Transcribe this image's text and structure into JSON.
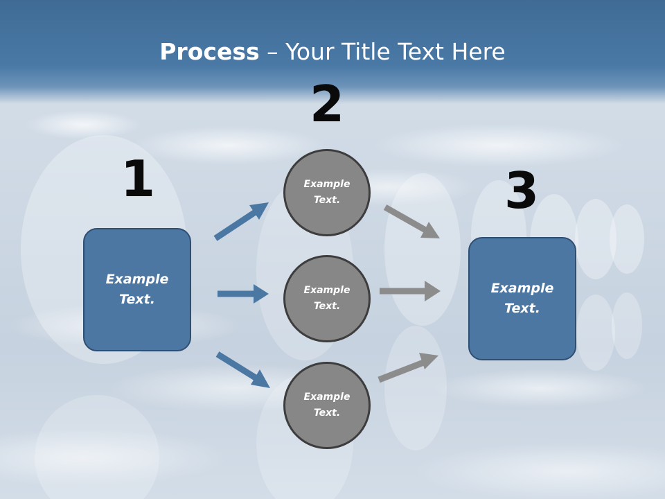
{
  "slide": {
    "title_bold": "Process",
    "title_rest": " – Your Title Text Here",
    "step_numbers": [
      "1",
      "2",
      "3"
    ],
    "left_box": {
      "text": "Example Text."
    },
    "circles": [
      {
        "text": "Example Text."
      },
      {
        "text": "Example Text."
      },
      {
        "text": "Example Text."
      }
    ],
    "right_box": {
      "text": "Example Text."
    }
  },
  "colors": {
    "header_blue": "#4a79a6",
    "box_fill": "#4d77a3",
    "box_border": "#2f4f72",
    "circle_fill": "#878787",
    "circle_border": "#3d3d3d",
    "arrow_blue": "#4b77a3",
    "arrow_gray": "#8c8c8c",
    "number_color": "#0a0a0a"
  }
}
